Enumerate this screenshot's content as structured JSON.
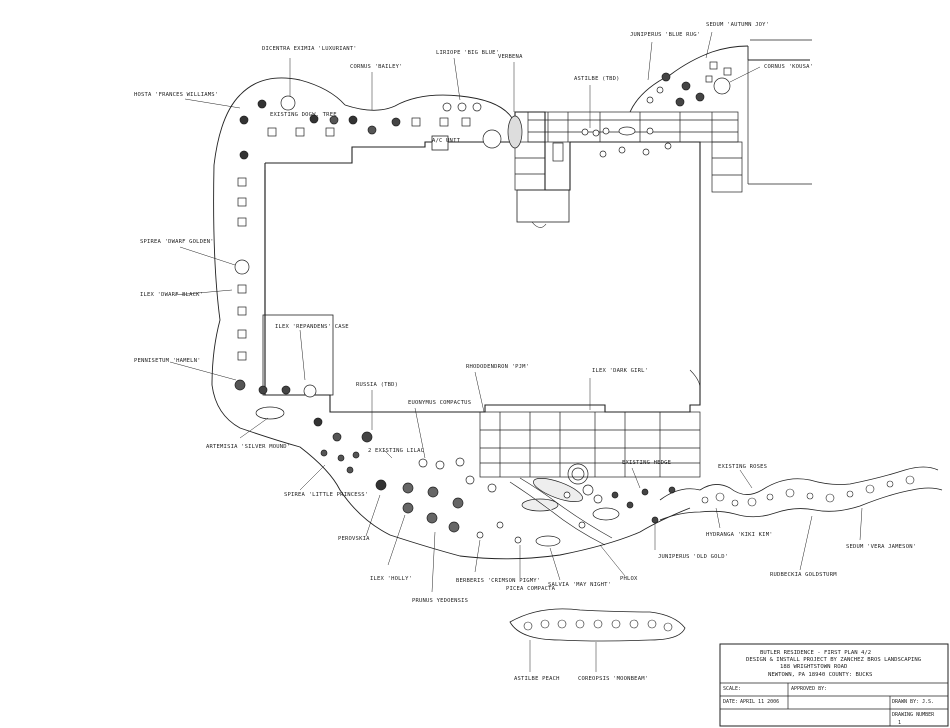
{
  "labels": {
    "hosta": "HOSTA 'FRANCES WILLIAMS'",
    "dicentra": "DICENTRA EXIMIA 'LUXURIANT'",
    "existing_tree": "EXISTING DOGW. TREE",
    "cornus": "CORNUS 'BAILEY'",
    "liriope": "LIRIOPE 'BIG BLUE'",
    "verbena": "VERBENA",
    "astilbe_tbd": "ASTILBE (TBD)",
    "juniperus": "JUNIPERUS 'BLUE RUG'",
    "sedum_autumn": "SEDUM 'AUTUMN JOY'",
    "cornus_kousa": "CORNUS 'KOUSA'",
    "ac_unit": "A/C UNIT",
    "spirea_dwarf": "SPIREA 'DWARF GOLDEN'",
    "ilex_dwarf": "ILEX 'DWARF BLACK'",
    "ilex_repandens": "ILEX 'REPANDENS' CASE",
    "pennisetum": "PENNISETUM 'HAMELN'",
    "rosa_tbd": "RUSSIA (TBD)",
    "euonymus": "EUONYMUS COMPACTUS",
    "rhododendron": "RHODODENDRON 'PJM'",
    "ilex_dark": "ILEX 'DARK GIRL'",
    "artemisia": "ARTEMISIA 'SILVER MOUND'",
    "existing_lilac": "2 EXISTING LILAC",
    "existing_hedge": "EXISTING HEDGE",
    "existing_roses": "EXISTING ROSES",
    "spirea_little": "SPIREA 'LITTLE PRINCESS'",
    "perovskia": "PEROVSKIA",
    "ilex_holly": "ILEX 'HOLLY'",
    "prunus": "PRUNUS YEDOENSIS",
    "berberis": "BERBERIS 'CRIMSON PIGMY'",
    "picea": "PICEA COMPACTA",
    "salvia": "SALVIA 'MAY NIGHT'",
    "phlox": "PHLOX",
    "juniperus_old": "JUNIPERUS 'OLD GOLD'",
    "hibiscus": "HYDRANGA 'KIKI KIM'",
    "rudbeckia": "RUDBECKIA GOLDSTURM",
    "sedum_vera": "SEDUM 'VERA JAMESON'",
    "astilbe_peach": "ASTILBE PEACH",
    "coreopsis": "COREOPSIS 'MOONBEAM'"
  },
  "title_block": {
    "line1": "BUTLER RESIDENCE - FIRST PLAN 4/2",
    "line2": "DESIGN & INSTALL PROJECT BY ZANCHEZ BROS LANDSCAPING",
    "line3": "188 WRIGHTSTOWN ROAD",
    "line4": "NEWTOWN, PA 18940   COUNTY: BUCKS",
    "scale_label": "SCALE:",
    "approved_label": "APPROVED BY:",
    "drawn_label": "DRAWN BY:",
    "drawn_value": "J.S.",
    "date_label": "DATE:",
    "date_value": "APRIL 11 2006",
    "drawing_number_label": "DRAWING NUMBER",
    "drawing_number_value": "1"
  }
}
